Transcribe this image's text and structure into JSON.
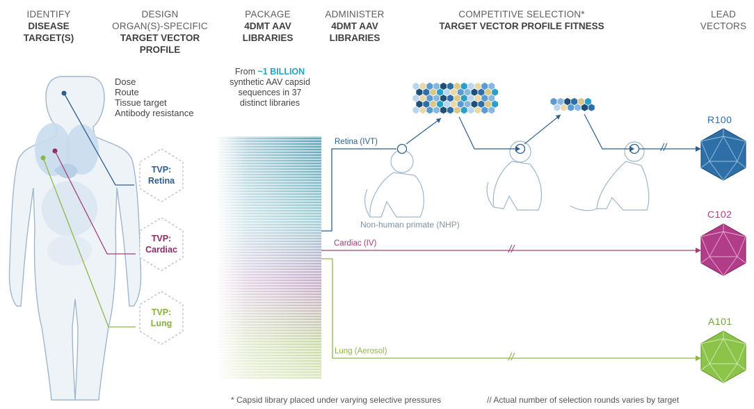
{
  "headers": {
    "identify": {
      "l1": "IDENTIFY",
      "l2": "DISEASE",
      "l3": "TARGET(S)"
    },
    "design": {
      "l1": "DESIGN",
      "l2": "ORGAN(S)-SPECIFIC",
      "l3": "TARGET VECTOR",
      "l4": "PROFILE"
    },
    "package": {
      "l1": "PACKAGE",
      "l2": "4DMT AAV",
      "l3": "LIBRARIES"
    },
    "administer": {
      "l1": "ADMINISTER",
      "l2": "4DMT AAV",
      "l3": "LIBRARIES"
    },
    "selection": {
      "l1": "COMPETITIVE SELECTION*",
      "l2": "TARGET VECTOR PROFILE FITNESS"
    },
    "lead": {
      "l1": "LEAD",
      "l2": "VECTORS"
    }
  },
  "tvp_criteria": [
    "Dose",
    "Route",
    "Tissue target",
    "Antibody resistance"
  ],
  "library_text": {
    "from": "From ",
    "amount": "~1 BILLION",
    "desc": [
      "synthetic AAV capsid",
      "sequences in 37",
      "distinct libraries"
    ]
  },
  "tvps": [
    {
      "title": "TVP:",
      "name": "Retina",
      "color": "#2b5e8f"
    },
    {
      "title": "TVP:",
      "name": "Cardiac",
      "color": "#8e2a66"
    },
    {
      "title": "TVP:",
      "name": "Lung",
      "color": "#87b03d"
    }
  ],
  "routes": {
    "retina": "Retina (IVT)",
    "cardiac": "Cardiac (IV)",
    "lung": "Lung (Aerosol)",
    "nhp": "Non-human primate (NHP)",
    "break_mark": "//"
  },
  "vectors": [
    {
      "name": "R100",
      "color": "#2e6fa8"
    },
    {
      "name": "C102",
      "color": "#b13c88"
    },
    {
      "name": "A101",
      "color": "#8cc44a"
    }
  ],
  "footnotes": {
    "asterisk": "* Capsid library placed under varying selective pressures",
    "rounds": "// Actual number of selection rounds varies by target"
  },
  "colors": {
    "retina": "#2b5e8f",
    "cardiac": "#a0407a",
    "lung": "#8cb64a",
    "teal": "#2aa0c8",
    "body": "#eef3f8",
    "body_outline": "#9fb6cc"
  }
}
